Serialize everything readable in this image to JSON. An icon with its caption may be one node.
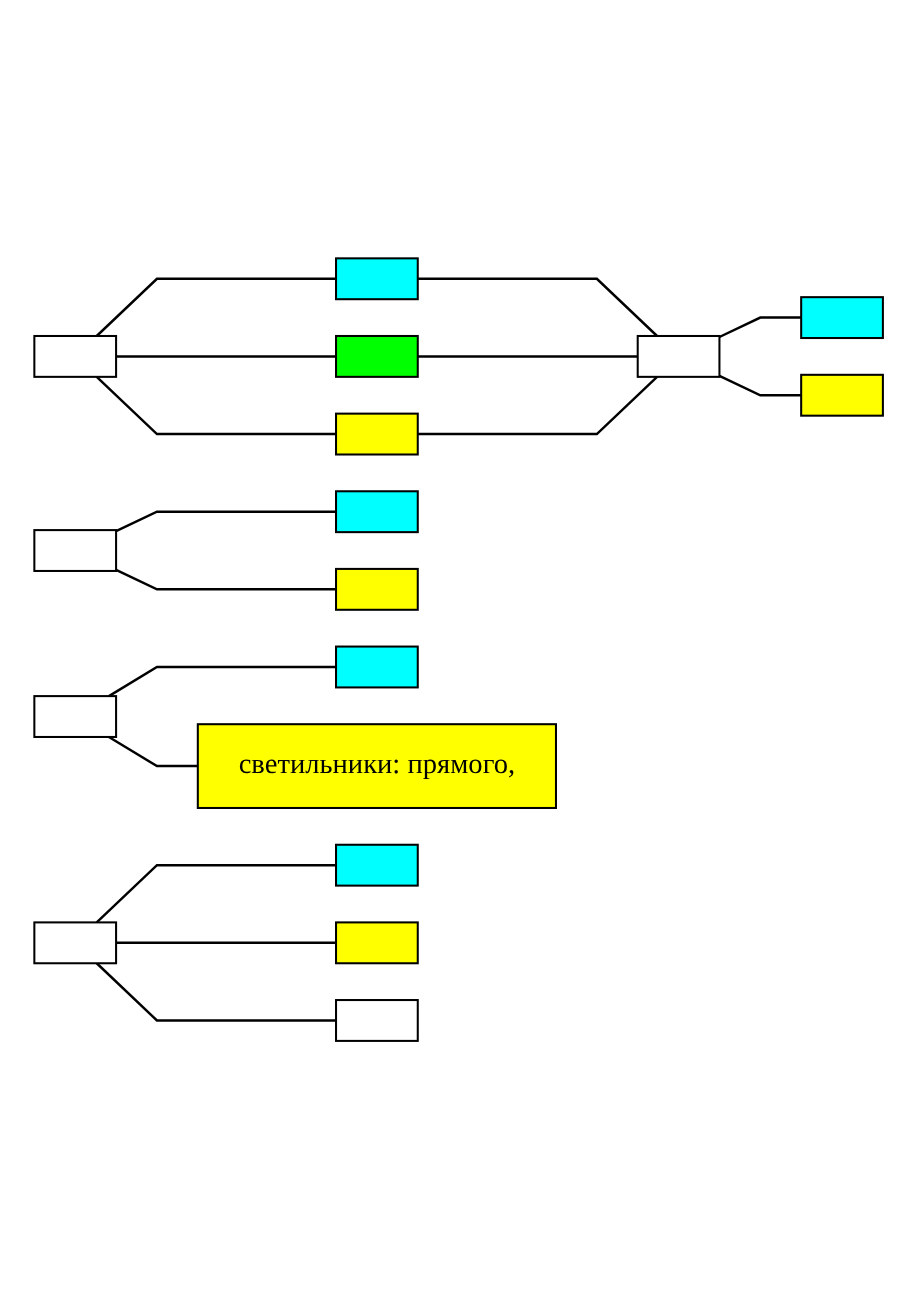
{
  "diagram": {
    "nodes": [
      {
        "text": [],
        "shape": "box"
      },
      {
        "text": [],
        "shape": "box"
      },
      {
        "text": [],
        "shape": "box"
      },
      {
        "text": [],
        "shape": "box"
      },
      {
        "text": [],
        "shape": "box"
      },
      {
        "text": [],
        "shape": "box"
      },
      {
        "text": [],
        "shape": "box"
      },
      {
        "text": [],
        "shape": "box"
      },
      {
        "text": [],
        "shape": "box"
      },
      {
        "text": [],
        "shape": "box"
      },
      {
        "text": [],
        "shape": "box"
      },
      {
        "text": [],
        "shape": "box"
      },
      {
        "text": [
          "светильники: прямого,"
        ]
      },
      {
        "text": [],
        "shape": "box"
      },
      {
        "text": [],
        "shape": "box"
      },
      {
        "text": [],
        "shape": "box"
      },
      {
        "text": [],
        "shape": "box"
      }
    ],
    "edges": [
      {
        "from": 0,
        "to": 1,
        "arrow": "none"
      },
      {
        "from": 0,
        "to": 2,
        "arrow": "none"
      },
      {
        "from": 0,
        "to": 3,
        "arrow": "none"
      },
      {
        "from": 1,
        "to": 4,
        "arrow": "none"
      },
      {
        "from": 2,
        "to": 4,
        "arrow": "none"
      },
      {
        "from": 3,
        "to": 4,
        "arrow": "none"
      },
      {
        "from": 4,
        "to": 5,
        "arrow": "none"
      },
      {
        "from": 4,
        "to": 6,
        "arrow": "none"
      },
      {
        "from": 7,
        "to": 8,
        "arrow": "none"
      },
      {
        "from": 7,
        "to": 9,
        "arrow": "none"
      },
      {
        "from": 10,
        "to": 11,
        "arrow": "none"
      },
      {
        "from": 10,
        "to": 12,
        "arrow": "none"
      },
      {
        "from": 13,
        "to": 14,
        "arrow": "none"
      },
      {
        "from": 13,
        "to": 15,
        "arrow": "none"
      },
      {
        "from": 13,
        "to": 16,
        "arrow": "none"
      }
    ]
  }
}
